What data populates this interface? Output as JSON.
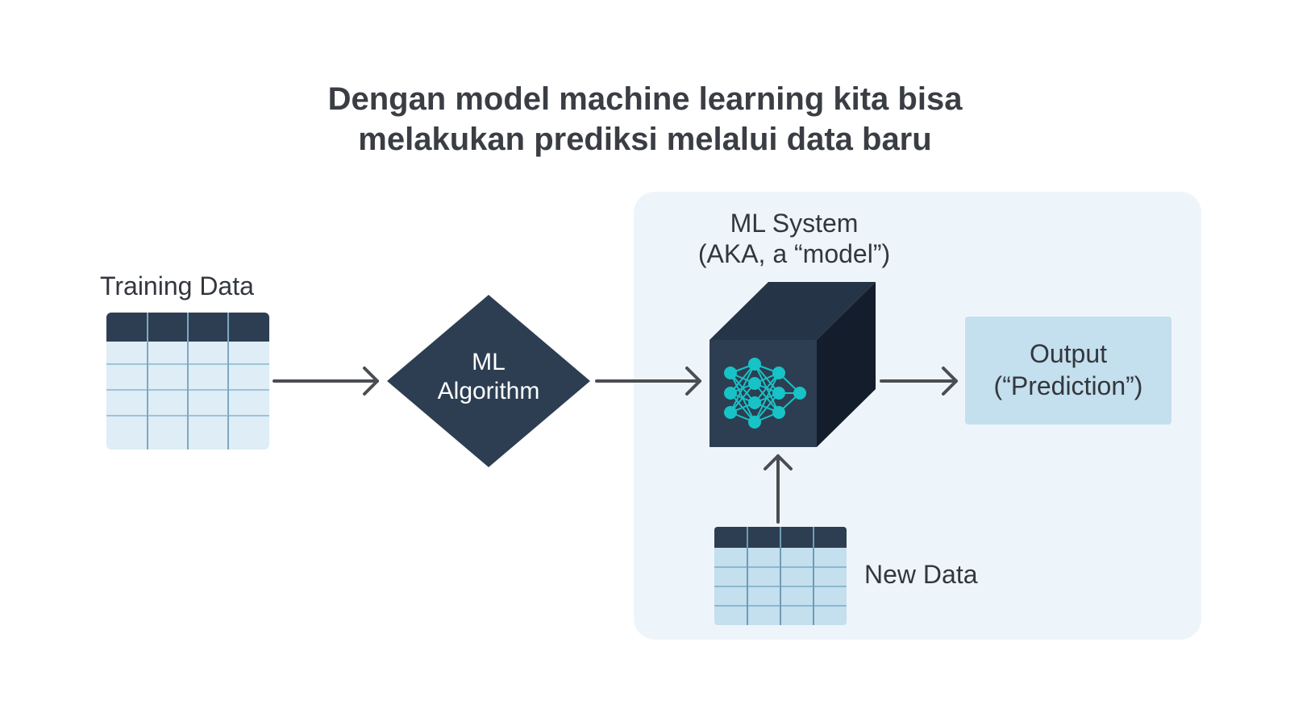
{
  "title": {
    "line1": "Dengan model machine learning kita bisa",
    "line2": "melakukan prediksi melalui data baru"
  },
  "training_data": {
    "label": "Training Data"
  },
  "algorithm": {
    "line1": "ML",
    "line2": "Algorithm"
  },
  "system": {
    "line1": "ML System",
    "line2": "(AKA, a “model”)"
  },
  "output": {
    "line1": "Output",
    "line2": "(“Prediction”)"
  },
  "new_data": {
    "label": "New Data"
  },
  "colors": {
    "dark_navy": "#2d3e52",
    "table_fill": "#deedf6",
    "table_fill_alt": "#c4dfee",
    "panel": "#eef5fa",
    "output_box": "#c4dfee",
    "neural_teal": "#17c3c6",
    "arrow": "#4a4d52"
  }
}
